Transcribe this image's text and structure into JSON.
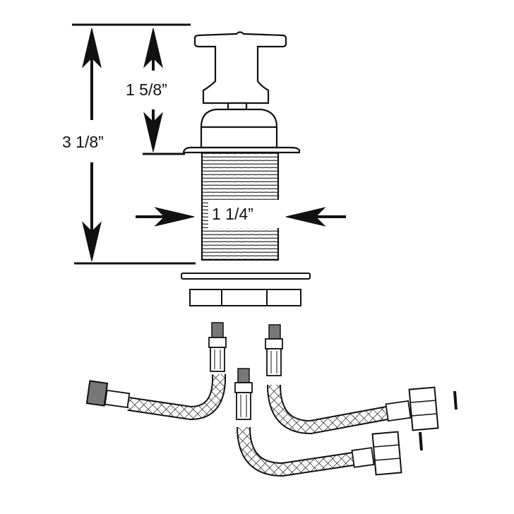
{
  "diagram": {
    "subject": "faucet valve with supply hoses",
    "dimensions": {
      "overall_height": "3 1/8”",
      "handle_height": "1 5/8”",
      "body_diameter": "1 1/4”"
    },
    "colors": {
      "line": "#111111",
      "background": "#ffffff",
      "thread": "#444444"
    }
  }
}
